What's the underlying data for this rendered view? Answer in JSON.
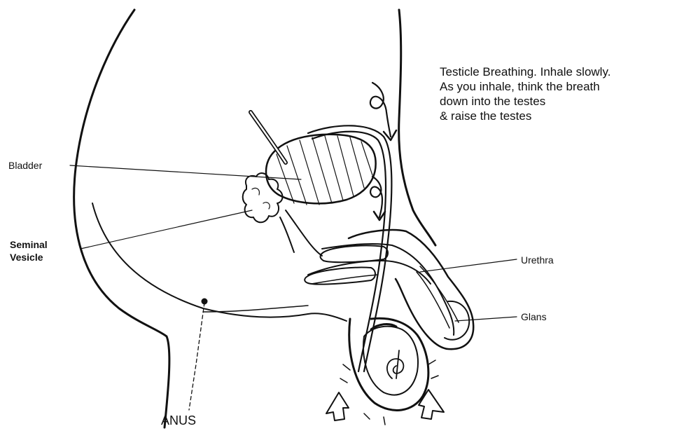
{
  "caption": {
    "line1": "Testicle Breathing. Inhale slowly.",
    "line2": "As you inhale, think the breath",
    "line3": "down into the testes",
    "line4": "& raise the testes"
  },
  "labels": {
    "bladder": "Bladder",
    "seminal_line1": "Seminal",
    "seminal_line2": "Vesicle",
    "urethra": "Urethra",
    "glans": "Glans",
    "anus": "ANUS"
  },
  "colors": {
    "ink": "#111111",
    "background": "#ffffff"
  }
}
